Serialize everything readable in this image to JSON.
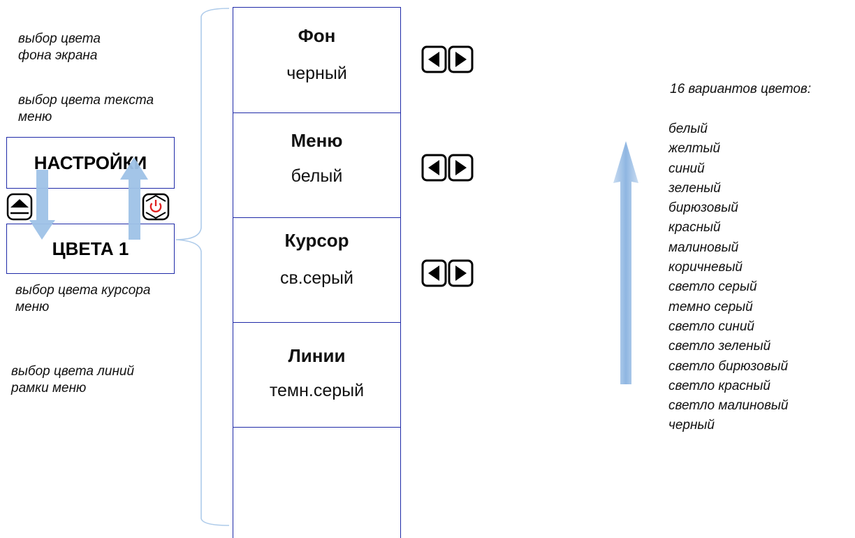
{
  "notes": {
    "bg": "выбор цвета\nфона экрана",
    "menu_text": "выбор цвета текста\nменю",
    "cursor": "выбор цвета курсора\nменю",
    "lines": "выбор цвета линий\nрамки меню"
  },
  "boxes": {
    "settings": "НАСТРОЙКИ",
    "colors1": "ЦВЕТА 1"
  },
  "panel": [
    {
      "title": "Фон",
      "value": "черный"
    },
    {
      "title": "Меню",
      "value": "белый"
    },
    {
      "title": "Курсор",
      "value": "св.серый"
    },
    {
      "title": "Линии",
      "value": "темн.серый"
    }
  ],
  "variants_title": "16 вариантов цветов:",
  "variants": [
    "белый",
    "желтый",
    "синий",
    "зеленый",
    "бирюзовый",
    "красный",
    "малиновый",
    "коричневый",
    "светло серый",
    "темно серый",
    "светло синий",
    "светло зеленый",
    "светло бирюзовый",
    "светло красный",
    "светло малиновый",
    "черный"
  ],
  "colors": {
    "frame": "#1f2aa8",
    "arrow": "#9fc2e7",
    "power": "#e02020"
  },
  "icons": [
    "up-button-icon",
    "power-button-icon",
    "left-right-arrows-icon"
  ]
}
